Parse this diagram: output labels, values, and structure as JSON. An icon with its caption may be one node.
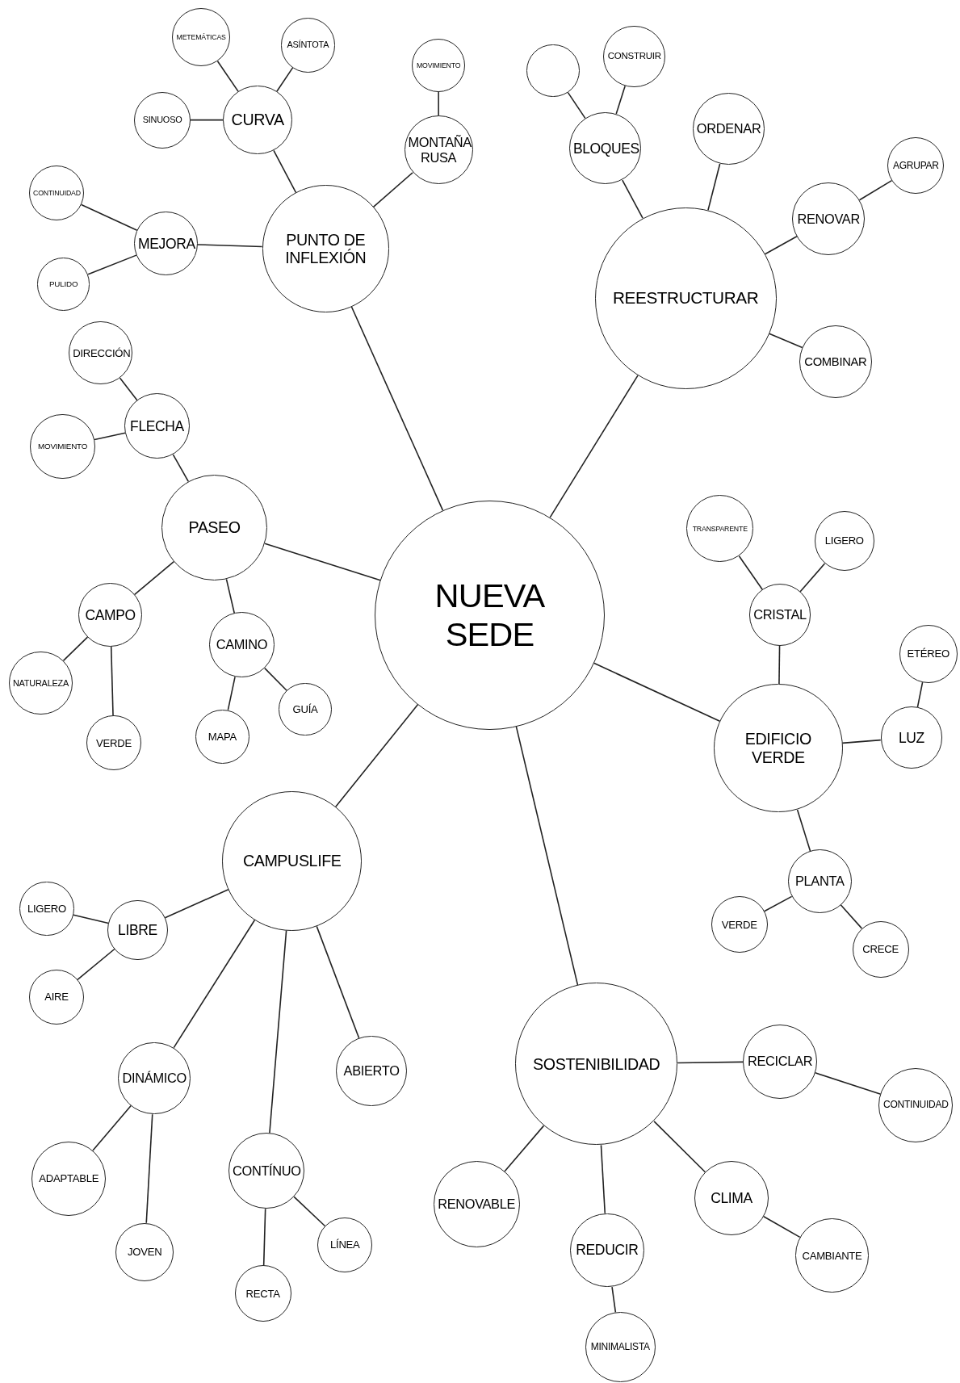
{
  "diagram": {
    "nodes": [
      {
        "text": [
          "NUEVA SEDE"
        ]
      },
      {
        "text": [
          "PUNTO DE INFLEXIÓN"
        ]
      },
      {
        "text": [
          "CURVA"
        ]
      },
      {
        "text": [
          "METEMÁTICAS"
        ]
      },
      {
        "text": [
          "ASÍNTOTA"
        ]
      },
      {
        "text": [
          "SINUOSO"
        ]
      },
      {
        "text": [
          "MONTAÑA RUSA"
        ]
      },
      {
        "text": [
          "MOVIMIENTO"
        ]
      },
      {
        "text": [
          "MEJORA"
        ]
      },
      {
        "text": [
          "CONTINUIDAD"
        ]
      },
      {
        "text": [
          "PULIDO"
        ]
      },
      {
        "text": [
          "REESTRUCTURAR"
        ]
      },
      {
        "text": [
          "BLOQUES"
        ]
      },
      {
        "text": [],
        "shape": "circle"
      },
      {
        "text": [
          "CONSTRUIR"
        ]
      },
      {
        "text": [
          "ORDENAR"
        ]
      },
      {
        "text": [
          "RENOVAR"
        ]
      },
      {
        "text": [
          "AGRUPAR"
        ]
      },
      {
        "text": [
          "COMBINAR"
        ]
      },
      {
        "text": [
          "PASEO"
        ]
      },
      {
        "text": [
          "FLECHA"
        ]
      },
      {
        "text": [
          "DIRECCIÓN"
        ]
      },
      {
        "text": [
          "MOVIMIENTO"
        ]
      },
      {
        "text": [
          "CAMPO"
        ]
      },
      {
        "text": [
          "NATURALEZA"
        ]
      },
      {
        "text": [
          "VERDE"
        ]
      },
      {
        "text": [
          "CAMINO"
        ]
      },
      {
        "text": [
          "MAPA"
        ]
      },
      {
        "text": [
          "GUÍA"
        ]
      },
      {
        "text": [
          "CRISTAL"
        ]
      },
      {
        "text": [
          "TRANSPARENTE"
        ]
      },
      {
        "text": [
          "LIGERO"
        ]
      },
      {
        "text": [
          "EDIFICIO VERDE"
        ]
      },
      {
        "text": [
          "LUZ"
        ]
      },
      {
        "text": [
          "ETÉREO"
        ]
      },
      {
        "text": [
          "PLANTA"
        ]
      },
      {
        "text": [
          "VERDE"
        ]
      },
      {
        "text": [
          "CRECE"
        ]
      },
      {
        "text": [
          "CAMPUSLIFE"
        ]
      },
      {
        "text": [
          "LIBRE"
        ]
      },
      {
        "text": [
          "LIGERO"
        ]
      },
      {
        "text": [
          "AIRE"
        ]
      },
      {
        "text": [
          "DINÁMICO"
        ]
      },
      {
        "text": [
          "ADAPTABLE"
        ]
      },
      {
        "text": [
          "JOVEN"
        ]
      },
      {
        "text": [
          "CONTÍNUO"
        ]
      },
      {
        "text": [
          "LÍNEA"
        ]
      },
      {
        "text": [
          "RECTA"
        ]
      },
      {
        "text": [
          "ABIERTO"
        ]
      },
      {
        "text": [
          "SOSTENIBILIDAD"
        ]
      },
      {
        "text": [
          "RECICLAR"
        ]
      },
      {
        "text": [
          "CONTINUIDAD"
        ]
      },
      {
        "text": [
          "RENOVABLE"
        ]
      },
      {
        "text": [
          "REDUCIR"
        ]
      },
      {
        "text": [
          "MINIMALISTA"
        ]
      },
      {
        "text": [
          "CLIMA"
        ]
      },
      {
        "text": [
          "CAMBIANTE"
        ]
      }
    ],
    "edges": [
      {
        "from": 0,
        "to": 1,
        "arrow": "none"
      },
      {
        "from": 0,
        "to": 11,
        "arrow": "none"
      },
      {
        "from": 0,
        "to": 19,
        "arrow": "none"
      },
      {
        "from": 0,
        "to": 32,
        "arrow": "none"
      },
      {
        "from": 0,
        "to": 38,
        "arrow": "none"
      },
      {
        "from": 0,
        "to": 49,
        "arrow": "none"
      },
      {
        "from": 1,
        "to": 2,
        "arrow": "none"
      },
      {
        "from": 2,
        "to": 3,
        "arrow": "none"
      },
      {
        "from": 2,
        "to": 4,
        "arrow": "none"
      },
      {
        "from": 2,
        "to": 5,
        "arrow": "none"
      },
      {
        "from": 1,
        "to": 6,
        "arrow": "none"
      },
      {
        "from": 6,
        "to": 7,
        "arrow": "none"
      },
      {
        "from": 1,
        "to": 8,
        "arrow": "none"
      },
      {
        "from": 8,
        "to": 9,
        "arrow": "none"
      },
      {
        "from": 8,
        "to": 10,
        "arrow": "none"
      },
      {
        "from": 11,
        "to": 12,
        "arrow": "none"
      },
      {
        "from": 12,
        "to": 13,
        "arrow": "none"
      },
      {
        "from": 12,
        "to": 14,
        "arrow": "none"
      },
      {
        "from": 11,
        "to": 15,
        "arrow": "none"
      },
      {
        "from": 11,
        "to": 16,
        "arrow": "none"
      },
      {
        "from": 16,
        "to": 17,
        "arrow": "none"
      },
      {
        "from": 11,
        "to": 18,
        "arrow": "none"
      },
      {
        "from": 19,
        "to": 20,
        "arrow": "none"
      },
      {
        "from": 20,
        "to": 21,
        "arrow": "none"
      },
      {
        "from": 20,
        "to": 22,
        "arrow": "none"
      },
      {
        "from": 19,
        "to": 23,
        "arrow": "none"
      },
      {
        "from": 23,
        "to": 24,
        "arrow": "none"
      },
      {
        "from": 23,
        "to": 25,
        "arrow": "none"
      },
      {
        "from": 19,
        "to": 26,
        "arrow": "none"
      },
      {
        "from": 26,
        "to": 27,
        "arrow": "none"
      },
      {
        "from": 26,
        "to": 28,
        "arrow": "none"
      },
      {
        "from": 32,
        "to": 29,
        "arrow": "none"
      },
      {
        "from": 29,
        "to": 30,
        "arrow": "none"
      },
      {
        "from": 29,
        "to": 31,
        "arrow": "none"
      },
      {
        "from": 32,
        "to": 33,
        "arrow": "none"
      },
      {
        "from": 33,
        "to": 34,
        "arrow": "none"
      },
      {
        "from": 32,
        "to": 35,
        "arrow": "none"
      },
      {
        "from": 35,
        "to": 36,
        "arrow": "none"
      },
      {
        "from": 35,
        "to": 37,
        "arrow": "none"
      },
      {
        "from": 38,
        "to": 39,
        "arrow": "none"
      },
      {
        "from": 39,
        "to": 40,
        "arrow": "none"
      },
      {
        "from": 39,
        "to": 41,
        "arrow": "none"
      },
      {
        "from": 38,
        "to": 42,
        "arrow": "none"
      },
      {
        "from": 42,
        "to": 43,
        "arrow": "none"
      },
      {
        "from": 42,
        "to": 44,
        "arrow": "none"
      },
      {
        "from": 38,
        "to": 45,
        "arrow": "none"
      },
      {
        "from": 45,
        "to": 46,
        "arrow": "none"
      },
      {
        "from": 45,
        "to": 47,
        "arrow": "none"
      },
      {
        "from": 38,
        "to": 48,
        "arrow": "none"
      },
      {
        "from": 49,
        "to": 50,
        "arrow": "none"
      },
      {
        "from": 50,
        "to": 51,
        "arrow": "none"
      },
      {
        "from": 49,
        "to": 52,
        "arrow": "none"
      },
      {
        "from": 49,
        "to": 53,
        "arrow": "none"
      },
      {
        "from": 53,
        "to": 54,
        "arrow": "none"
      },
      {
        "from": 49,
        "to": 55,
        "arrow": "none"
      },
      {
        "from": 55,
        "to": 56,
        "arrow": "none"
      }
    ]
  }
}
